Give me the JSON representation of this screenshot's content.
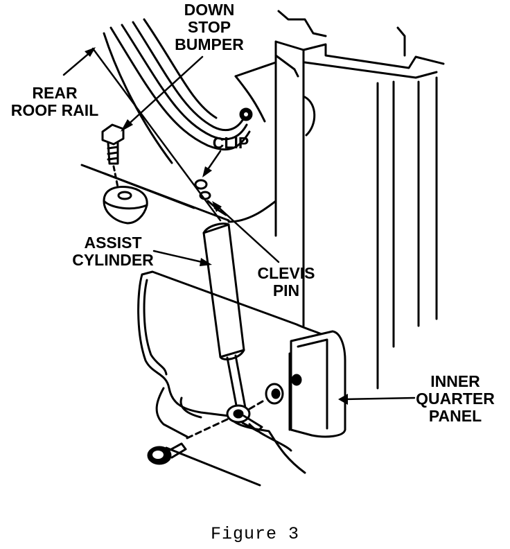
{
  "labels": {
    "down_stop_bumper": [
      "DOWN",
      "STOP",
      "BUMPER"
    ],
    "rear_roof_rail": [
      "REAR",
      "ROOF RAIL"
    ],
    "clip": [
      "CLIP"
    ],
    "assist_cylinder": [
      "ASSIST",
      "CYLINDER"
    ],
    "clevis_pin": [
      "CLEVIS",
      "PIN"
    ],
    "inner_quarter_panel": [
      "INNER",
      "QUARTER",
      "PANEL"
    ]
  },
  "caption": "Figure 3",
  "colors": {
    "ink": "#000000",
    "paper": "#ffffff"
  }
}
